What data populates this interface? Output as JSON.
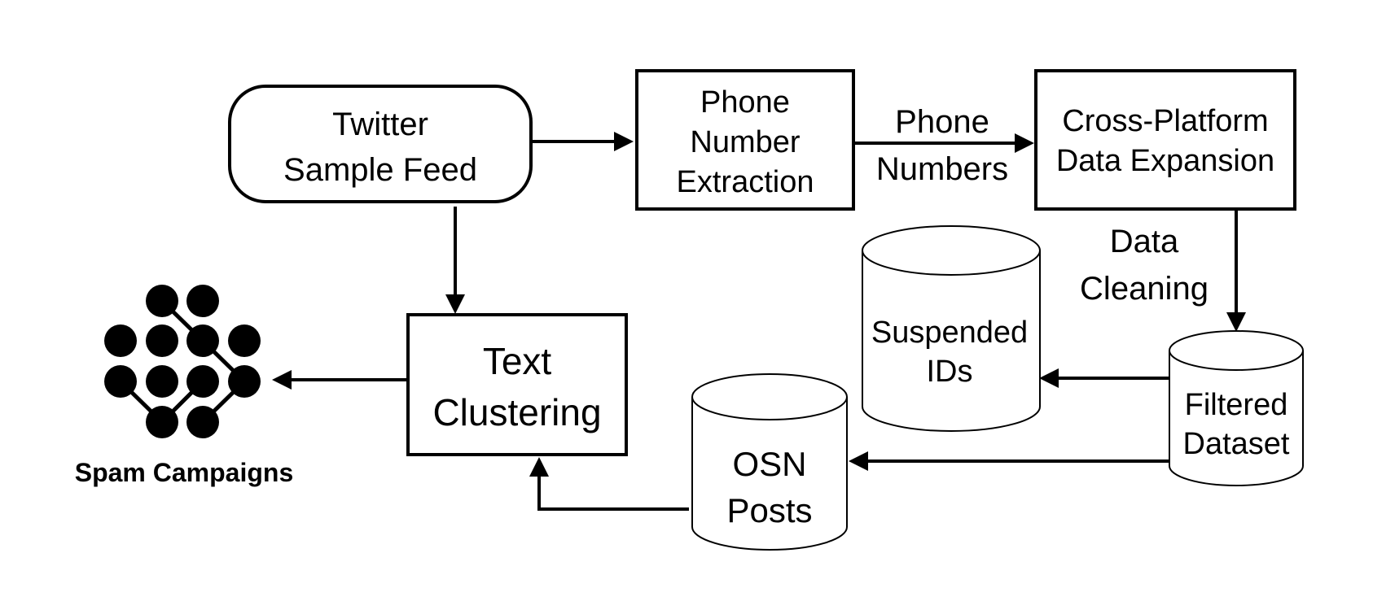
{
  "nodes": {
    "twitter_feed": {
      "lines": [
        "Twitter",
        "Sample Feed"
      ]
    },
    "phone_extraction": {
      "lines": [
        "Phone",
        "Number",
        "Extraction"
      ]
    },
    "cross_platform": {
      "lines": [
        "Cross-Platform",
        "Data Expansion"
      ]
    },
    "text_clustering": {
      "lines": [
        "Text",
        "Clustering"
      ]
    },
    "suspended_ids": {
      "lines": [
        "Suspended",
        "IDs"
      ]
    },
    "filtered_dataset": {
      "lines": [
        "Filtered",
        "Dataset"
      ]
    },
    "osn_posts": {
      "lines": [
        "OSN",
        "Posts"
      ]
    },
    "spam_campaigns": {
      "label": "Spam Campaigns"
    }
  },
  "edge_labels": {
    "phone_numbers": [
      "Phone",
      "Numbers"
    ],
    "data_cleaning": [
      "Data",
      "Cleaning"
    ]
  },
  "icons": {
    "spam_campaigns": "network-cluster-icon"
  }
}
